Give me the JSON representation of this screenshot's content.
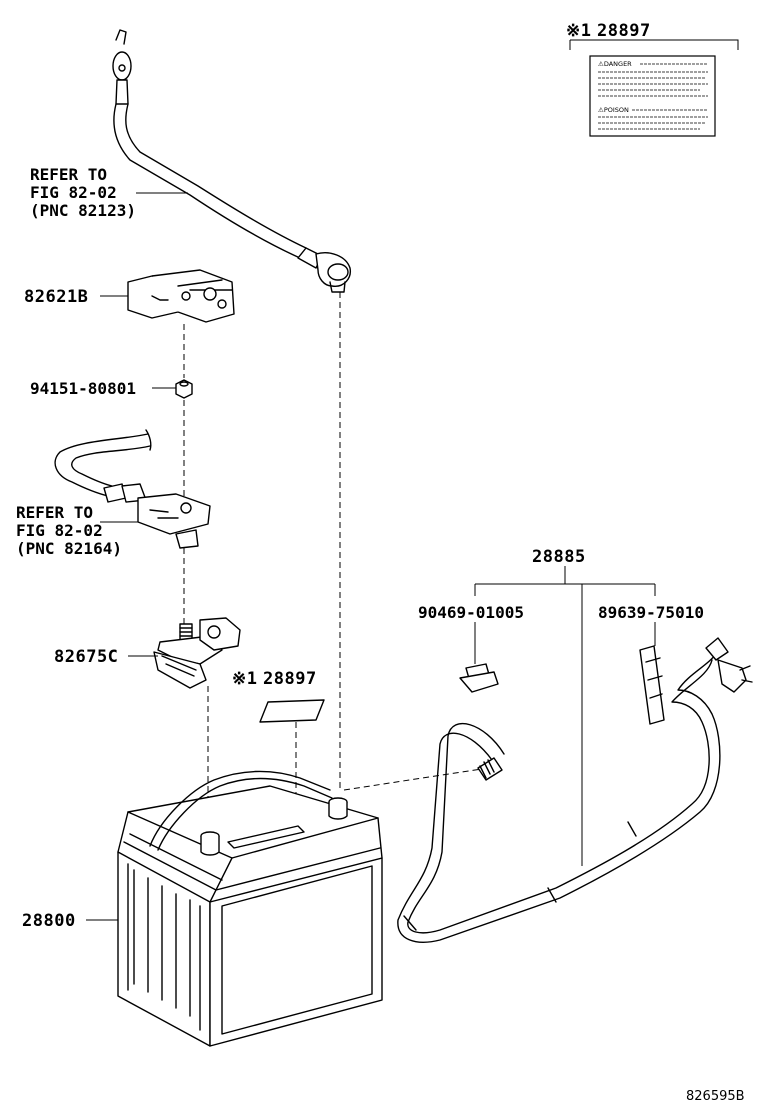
{
  "callouts": {
    "label_top": {
      "mark": "※1",
      "number": "28897"
    },
    "label_mid": {
      "mark": "※1",
      "number": "28897"
    },
    "refer_cable_top": {
      "line1": "REFER TO",
      "line2": "FIG 82-02",
      "line3": "(PNC 82123)"
    },
    "refer_cable_mid": {
      "line1": "REFER TO",
      "line2": "FIG 82-02",
      "line3": "(PNC 82164)"
    },
    "cover": "82621B",
    "nut": "94151-80801",
    "clamp": "82675C",
    "battery": "28800",
    "vent_hose_assembly": "28885",
    "vent_plug": "90469-01005",
    "hose_clamp": "89639-75010"
  },
  "label_sheet": {
    "danger_text": "⚠DANGER",
    "poison_text": "⚠POISON"
  },
  "diagram_code": "826595B"
}
